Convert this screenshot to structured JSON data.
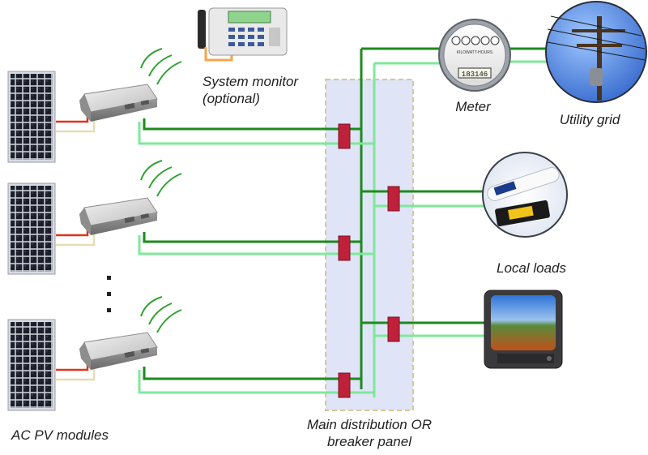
{
  "labels": {
    "system_monitor": "System monitor",
    "system_monitor_note": "(optional)",
    "meter": "Meter",
    "utility_grid": "Utility grid",
    "local_loads": "Local loads",
    "ac_pv_modules": "AC PV modules",
    "panel_line1": "Main distribution OR",
    "panel_line2": "breaker panel"
  },
  "meter_display": {
    "brand": "KILOWATT-HOURS",
    "reading": "183146"
  },
  "colors": {
    "dark_green_wire": "#1e8a1e",
    "light_green_wire": "#7fe89a",
    "breaker_red": "#c0213a",
    "panel_fill": "#dfe4f7",
    "panel_border": "#d6c79a",
    "red_dc_wire": "#e0341c",
    "beige_dc_wire": "#e6dcb4",
    "wireless_arc": "#2fa32f",
    "monitor_cable": "#f4a44a"
  },
  "icons": {
    "pv_module": "solar-panel-icon",
    "inverter": "micro-inverter-icon",
    "wireless": "wireless-signal-icon",
    "monitor": "system-monitor-device-icon",
    "meter": "electric-meter-icon",
    "grid": "utility-pole-icon",
    "lamp": "fluorescent-lamp-icon",
    "tv": "television-icon",
    "breaker": "breaker-icon"
  }
}
